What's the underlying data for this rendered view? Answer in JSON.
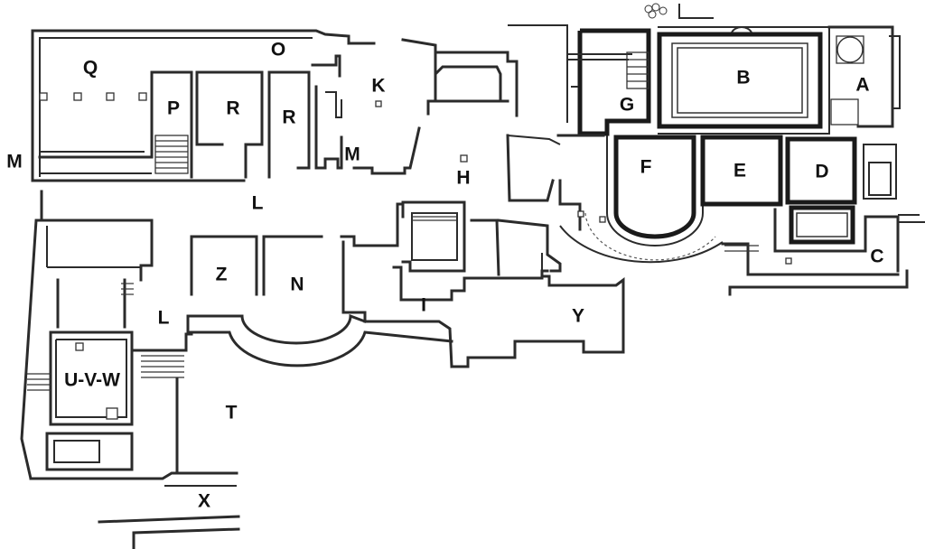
{
  "plan": {
    "room_labels": {
      "q": "Q",
      "o": "O",
      "k": "K",
      "m_left": "M",
      "m_mid": "M",
      "p": "P",
      "r_left": "R",
      "r_right": "R",
      "b": "B",
      "a": "A",
      "g": "G",
      "h": "H",
      "f": "F",
      "e": "E",
      "d": "D",
      "c": "C",
      "l_top": "L",
      "l_left": "L",
      "z": "Z",
      "n": "N",
      "i": "I",
      "y": "Y",
      "uvw": "U-V-W",
      "t": "T",
      "x": "X"
    }
  }
}
